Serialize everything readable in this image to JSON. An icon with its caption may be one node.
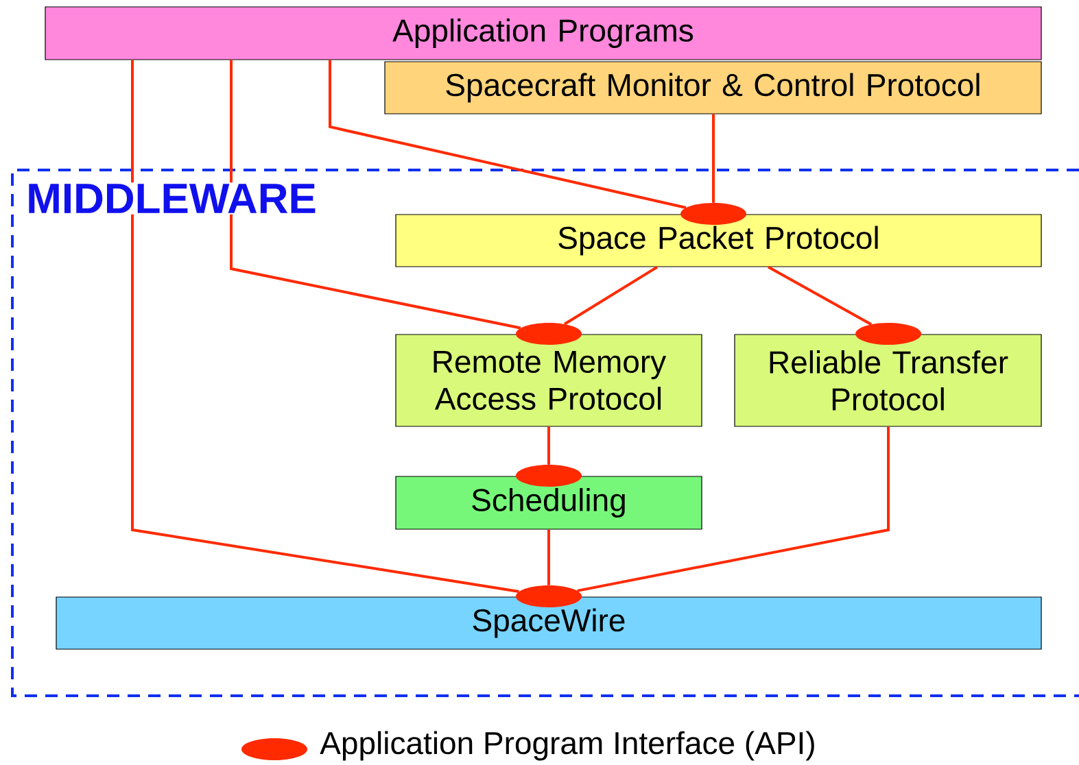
{
  "diagram": {
    "nodes": [
      {
        "text": [
          "Application Programs"
        ]
      },
      {
        "text": [
          "Spacecraft Monitor & Control Protocol"
        ]
      },
      {
        "text": [
          "MIDDLEWARE"
        ]
      },
      {
        "text": [
          "Space Packet Protocol"
        ],
        "in": 2
      },
      {
        "text": [
          "Remote Memory Access Protocol"
        ],
        "in": 2
      },
      {
        "text": [
          "Reliable Transfer Protocol"
        ],
        "in": 2
      },
      {
        "text": [
          "Scheduling"
        ],
        "in": 2
      },
      {
        "text": [
          "SpaceWire"
        ],
        "in": 2
      },
      {
        "text": [],
        "shape": "ellipse",
        "in": 2
      },
      {
        "text": [],
        "shape": "ellipse",
        "in": 2
      },
      {
        "text": [],
        "shape": "ellipse",
        "in": 2
      },
      {
        "text": [],
        "shape": "ellipse",
        "in": 2
      },
      {
        "text": [],
        "shape": "ellipse",
        "in": 2
      }
    ],
    "edges": [
      {
        "from": 0,
        "to": 12,
        "arrow": "none"
      },
      {
        "from": 0,
        "to": 9,
        "arrow": "none"
      },
      {
        "from": 0,
        "to": 8,
        "arrow": "none"
      },
      {
        "from": 1,
        "to": 8,
        "arrow": "none"
      },
      {
        "from": 3,
        "to": 9,
        "arrow": "none"
      },
      {
        "from": 3,
        "to": 10,
        "arrow": "none"
      },
      {
        "from": 4,
        "to": 11,
        "arrow": "none"
      },
      {
        "from": 6,
        "to": 12,
        "arrow": "none"
      },
      {
        "from": 5,
        "to": 12,
        "arrow": "none"
      }
    ],
    "legend": [
      {
        "text": "Application Program Interface (API)"
      }
    ]
  }
}
